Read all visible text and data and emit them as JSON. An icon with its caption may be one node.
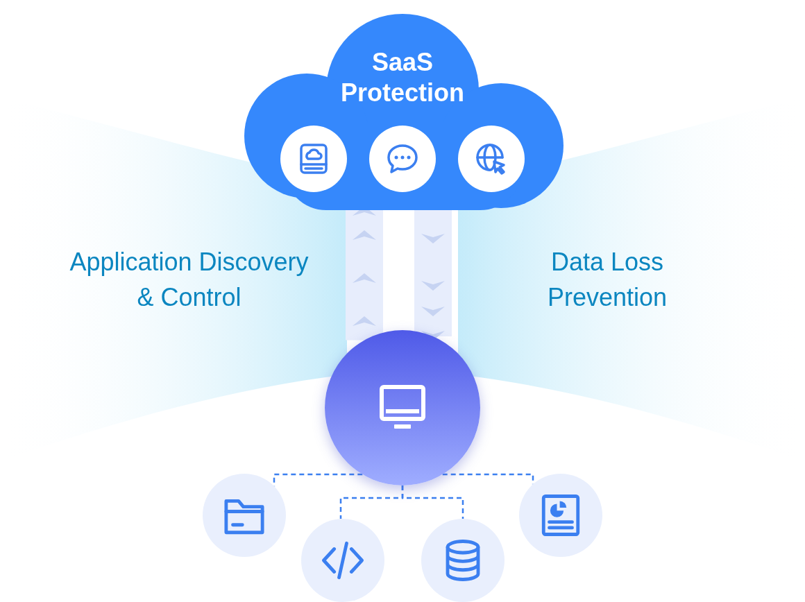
{
  "diagram": {
    "nodes": [
      {
        "text": [
          "SaaS Protection"
        ]
      },
      {
        "text": [],
        "shape": "circle",
        "in": 0
      },
      {
        "text": [],
        "shape": "circle",
        "in": 0
      },
      {
        "text": [],
        "shape": "circle",
        "in": 0
      },
      {
        "text": [],
        "shape": "circle"
      },
      {
        "text": [],
        "shape": "circle"
      },
      {
        "text": [],
        "shape": "circle"
      },
      {
        "text": [],
        "shape": "circle"
      },
      {
        "text": [],
        "shape": "circle"
      }
    ],
    "edges": [
      {
        "from": 4,
        "to": 0,
        "arrow": "to",
        "style": "thick",
        "color": "#e7edfc"
      },
      {
        "from": 0,
        "to": 4,
        "arrow": "to",
        "style": "thick",
        "color": "#e7edfc"
      },
      {
        "from": 4,
        "to": 5,
        "arrow": "none",
        "style": "dashed"
      },
      {
        "from": 4,
        "to": 6,
        "arrow": "none",
        "style": "dashed"
      },
      {
        "from": 4,
        "to": 7,
        "arrow": "none",
        "style": "dashed"
      },
      {
        "from": 4,
        "to": 8,
        "arrow": "none",
        "style": "dashed"
      }
    ],
    "labels": [
      "Application Discovery & Control",
      "Data Loss Prevention"
    ]
  }
}
